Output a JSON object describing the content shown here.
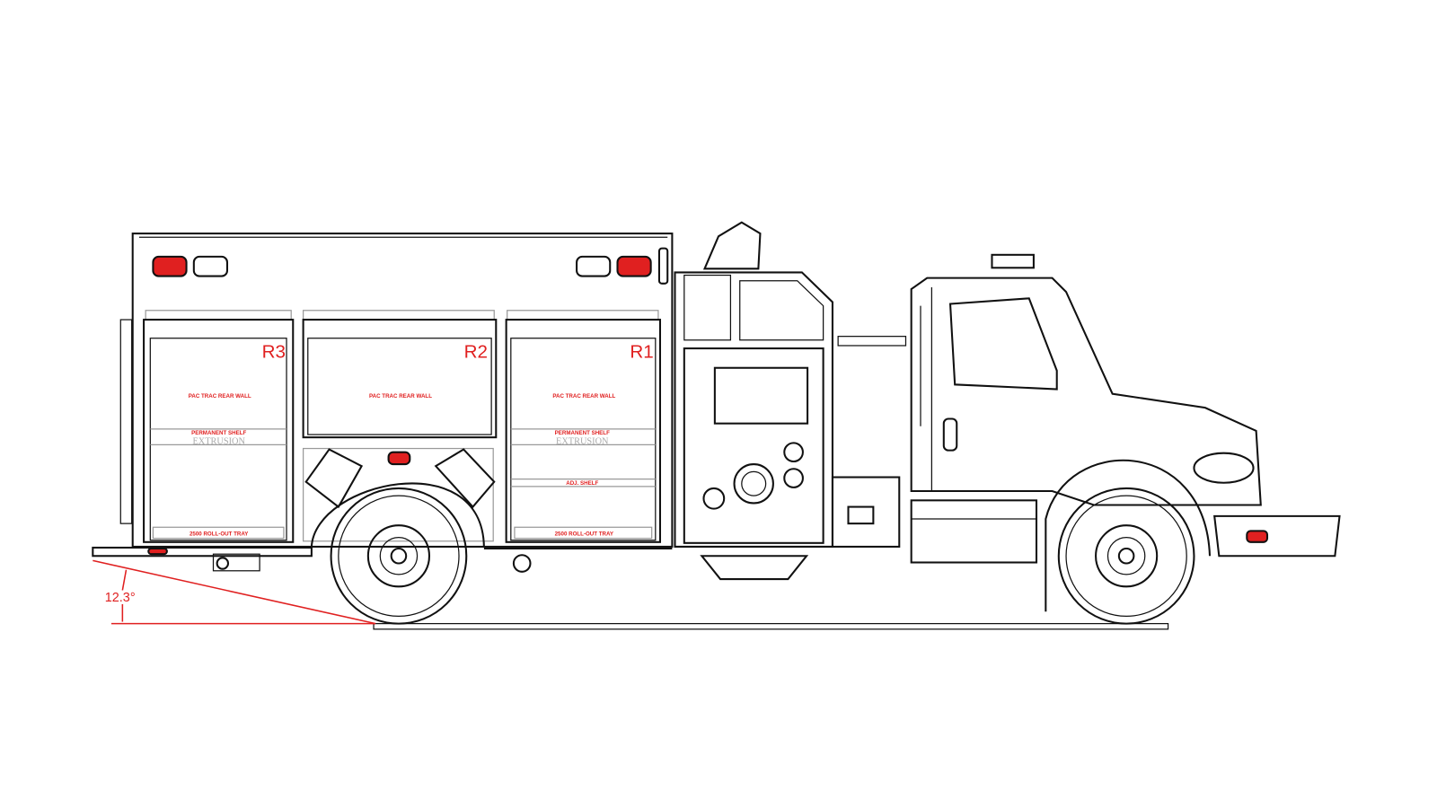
{
  "compartments": [
    {
      "id": "R3",
      "wall_label": "PAC TRAC REAR WALL",
      "shelf_label": "PERMANENT SHELF",
      "extrusion_label": "EXTRUSION",
      "tray_label": "2500 ROLL-OUT TRAY"
    },
    {
      "id": "R2",
      "wall_label": "PAC TRAC REAR WALL"
    },
    {
      "id": "R1",
      "wall_label": "PAC TRAC REAR WALL",
      "shelf_label": "PERMANENT SHELF",
      "extrusion_label": "EXTRUSION",
      "adj_shelf_label": "ADJ. SHELF",
      "tray_label": "2500 ROLL-OUT TRAY"
    }
  ],
  "departure_angle": "12.3°",
  "colors": {
    "annotation": "#e02020",
    "line": "#111111"
  }
}
